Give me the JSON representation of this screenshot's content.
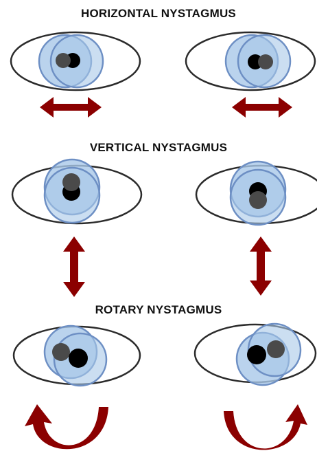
{
  "sections": {
    "horizontal": {
      "title": "HORIZONTAL NYSTAGMUS"
    },
    "vertical": {
      "title": "VERTICAL NYSTAGMUS"
    },
    "rotary": {
      "title": "ROTARY NYSTAGMUS"
    }
  },
  "colors": {
    "iris_fill": "#a9c8e8",
    "iris_stroke": "#6d8fc4",
    "eye_outline": "#2b2b2b",
    "pupil_dark": "#000000",
    "pupil_gray": "#4a4a4a",
    "arrow": "#8b0000"
  },
  "icons": {
    "horizontal_arrow": "double-headed-horizontal-arrow-icon",
    "vertical_arrow": "double-headed-vertical-arrow-icon",
    "curved_arrow_left": "curved-arrow-up-left-icon",
    "curved_arrow_right": "curved-arrow-up-right-icon"
  }
}
